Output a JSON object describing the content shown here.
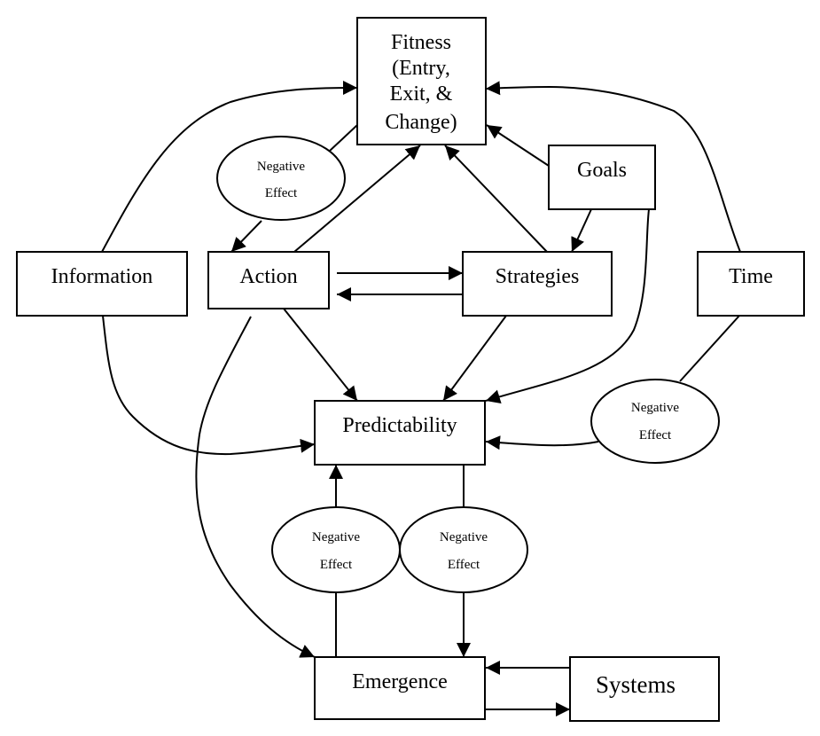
{
  "diagram": {
    "nodes": {
      "fitness": {
        "lines": [
          "Fitness",
          "(Entry,",
          "Exit, &",
          "Change)"
        ]
      },
      "goals": {
        "label": "Goals"
      },
      "information": {
        "label": "Information"
      },
      "action": {
        "label": "Action"
      },
      "strategies": {
        "label": "Strategies"
      },
      "time": {
        "label": "Time"
      },
      "predictability": {
        "label": "Predictability"
      },
      "emergence": {
        "label": "Emergence"
      },
      "systems": {
        "label": "Systems"
      }
    },
    "modifiers": {
      "neg_fitness_action": {
        "lines": [
          "Negative",
          "Effect"
        ]
      },
      "neg_time_predictability": {
        "lines": [
          "Negative",
          "Effect"
        ]
      },
      "neg_emergence_predictability": {
        "lines": [
          "Negative",
          "Effect"
        ]
      },
      "neg_predictability_emergence": {
        "lines": [
          "Negative",
          "Effect"
        ]
      }
    },
    "edges": [
      {
        "from": "Information",
        "to": "Fitness",
        "type": "positive"
      },
      {
        "from": "Information",
        "to": "Predictability",
        "type": "positive"
      },
      {
        "from": "Fitness",
        "to": "Action",
        "type": "negative"
      },
      {
        "from": "Action",
        "to": "Fitness",
        "type": "positive"
      },
      {
        "from": "Action",
        "to": "Strategies",
        "type": "positive"
      },
      {
        "from": "Strategies",
        "to": "Action",
        "type": "positive"
      },
      {
        "from": "Action",
        "to": "Predictability",
        "type": "positive"
      },
      {
        "from": "Action",
        "to": "Emergence",
        "type": "positive"
      },
      {
        "from": "Strategies",
        "to": "Fitness",
        "type": "positive"
      },
      {
        "from": "Strategies",
        "to": "Predictability",
        "type": "positive"
      },
      {
        "from": "Goals",
        "to": "Fitness",
        "type": "positive"
      },
      {
        "from": "Goals",
        "to": "Strategies",
        "type": "positive"
      },
      {
        "from": "Goals",
        "to": "Predictability",
        "type": "positive"
      },
      {
        "from": "Time",
        "to": "Fitness",
        "type": "positive"
      },
      {
        "from": "Time",
        "to": "Predictability",
        "type": "negative"
      },
      {
        "from": "Emergence",
        "to": "Predictability",
        "type": "negative"
      },
      {
        "from": "Predictability",
        "to": "Emergence",
        "type": "negative"
      },
      {
        "from": "Emergence",
        "to": "Systems",
        "type": "positive"
      },
      {
        "from": "Systems",
        "to": "Emergence",
        "type": "positive"
      }
    ]
  }
}
